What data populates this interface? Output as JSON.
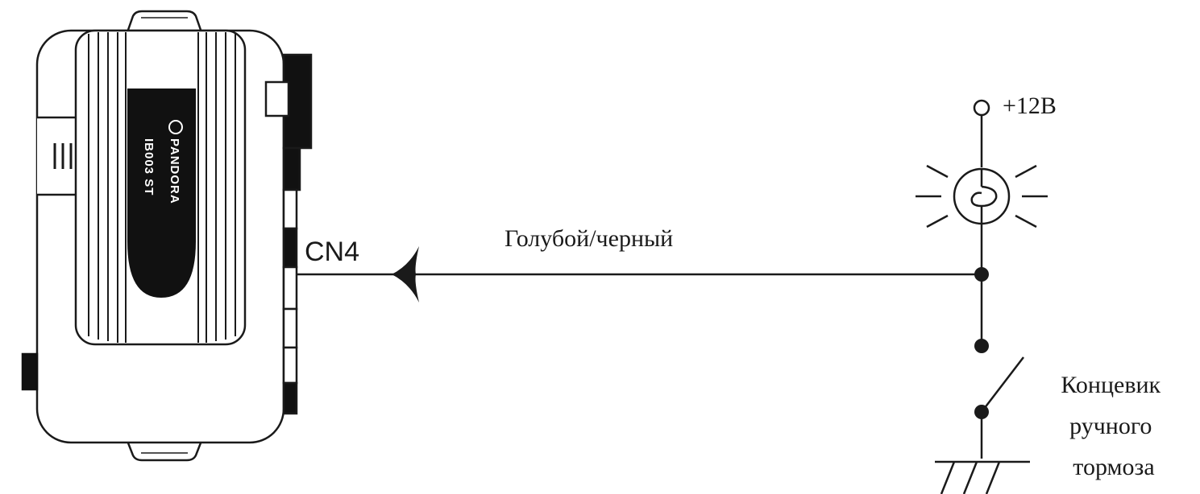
{
  "diagram": {
    "device": {
      "brand": "PANDORA",
      "model": "IB003 ST"
    },
    "connector_label": "CN4",
    "wire_label": "Голубой/черный",
    "power_label": "+12В",
    "switch_label_lines": [
      "Концевик",
      "ручного",
      "тормоза"
    ]
  }
}
